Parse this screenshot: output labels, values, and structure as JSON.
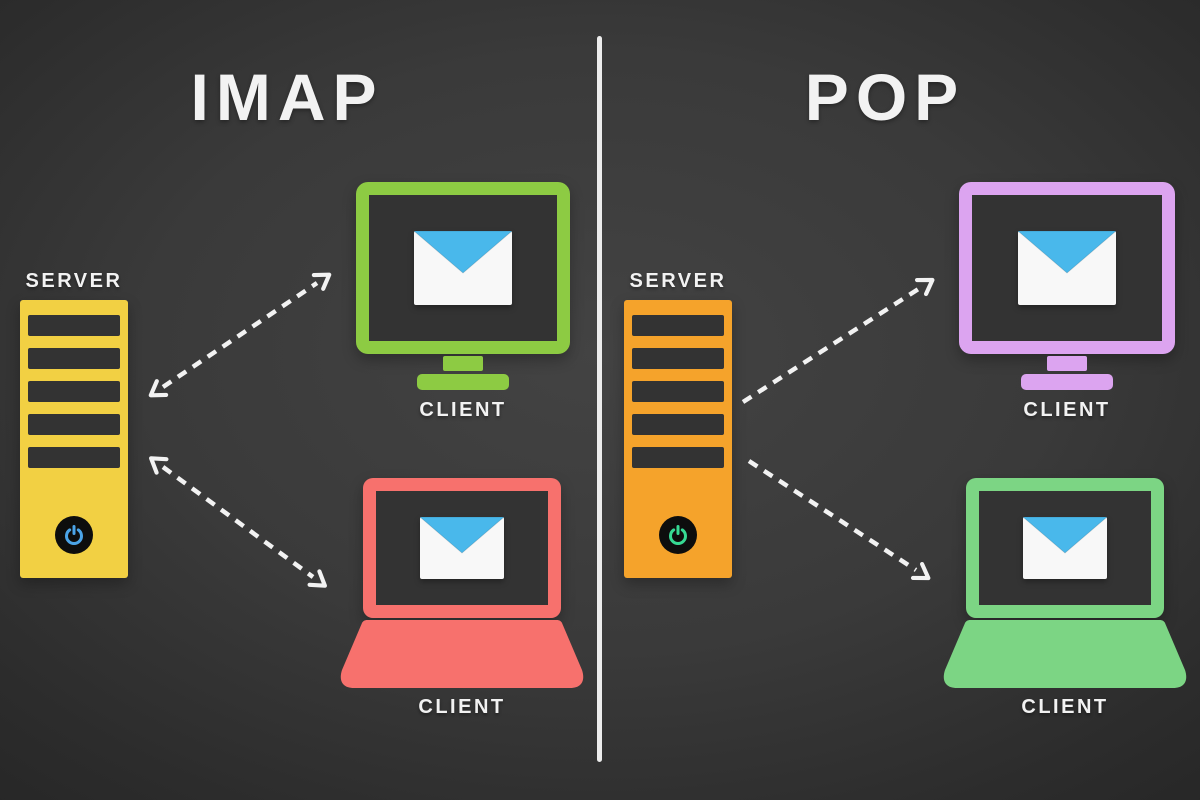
{
  "diagram": {
    "imap": {
      "title": "IMAP",
      "server": {
        "label": "SERVER"
      },
      "clients": [
        {
          "label": "CLIENT",
          "device": "desktop-computer"
        },
        {
          "label": "CLIENT",
          "device": "laptop"
        }
      ],
      "connections": [
        {
          "from": "server",
          "to": "desktop-client",
          "direction": "bidirectional",
          "line_style": "dashed"
        },
        {
          "from": "server",
          "to": "laptop-client",
          "direction": "bidirectional",
          "line_style": "dashed"
        }
      ]
    },
    "pop": {
      "title": "POP",
      "server": {
        "label": "SERVER"
      },
      "clients": [
        {
          "label": "CLIENT",
          "device": "desktop-computer"
        },
        {
          "label": "CLIENT",
          "device": "laptop"
        }
      ],
      "connections": [
        {
          "from": "server",
          "to": "desktop-client",
          "direction": "server-to-client",
          "line_style": "dashed"
        },
        {
          "from": "server",
          "to": "laptop-client",
          "direction": "server-to-client",
          "line_style": "dashed"
        }
      ]
    }
  },
  "icons": {
    "power": "power-icon",
    "mail": "mail-envelope-icon",
    "arrow": "dashed-arrow-icon"
  },
  "colors": {
    "imap-server": "#F2D043",
    "pop-server": "#F5A32B",
    "imap-desktop": "#8DCB43",
    "imap-laptop": "#F7716D",
    "pop-desktop": "#DCA4F0",
    "pop-laptop": "#7CD584",
    "envelope-flap": "#49B8EB",
    "envelope-body": "#F8F8F8",
    "screen-dark": "#333333",
    "power-imap": "#4BA4E8",
    "power-pop": "#36D993",
    "label-text": "#F2F2F2",
    "divider": "#ECECEC"
  }
}
